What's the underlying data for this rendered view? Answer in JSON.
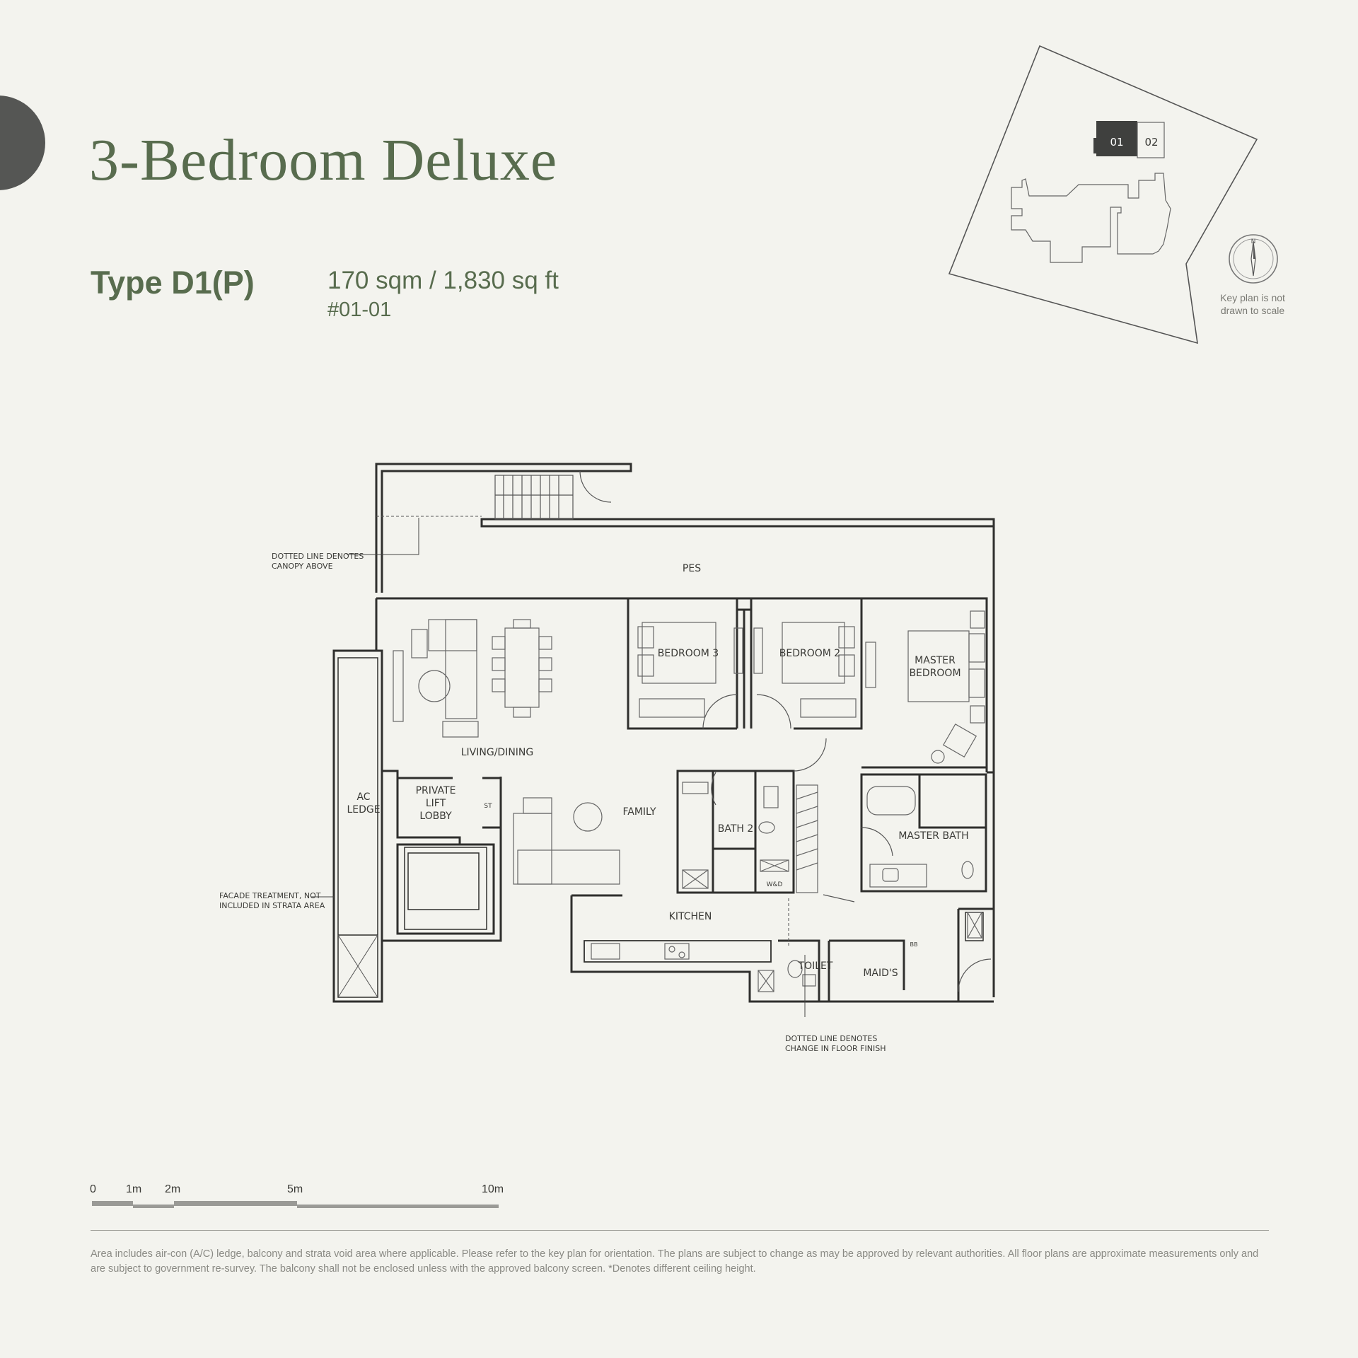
{
  "header": {
    "title": "3-Bedroom Deluxe",
    "type_label": "Type D1(P)",
    "area": "170 sqm / 1,830 sq ft",
    "unit_number": "#01-01"
  },
  "keyplan": {
    "unit_01": "01",
    "unit_02": "02",
    "compass_north": "N",
    "note": "Key plan is not drawn to scale"
  },
  "floorplan": {
    "rooms": {
      "pes": "PES",
      "bedroom3": "BEDROOM 3",
      "bedroom2": "BEDROOM 2",
      "master_bedroom_1": "MASTER",
      "master_bedroom_2": "BEDROOM",
      "living_dining": "LIVING/DINING",
      "private_lift_1": "PRIVATE",
      "private_lift_2": "LIFT",
      "private_lift_3": "LOBBY",
      "st": "ST",
      "ac_ledge_1": "AC",
      "ac_ledge_2": "LEDGE",
      "family": "FAMILY",
      "bath2": "BATH 2",
      "master_bath": "MASTER BATH",
      "wd": "W&D",
      "kitchen": "KITCHEN",
      "toilet": "TOILET",
      "maids": "MAID'S",
      "bb": "BB"
    },
    "notes": {
      "canopy_1": "DOTTED LINE DENOTES",
      "canopy_2": "CANOPY ABOVE",
      "facade_1": "FACADE TREATMENT, NOT",
      "facade_2": "INCLUDED IN STRATA AREA",
      "floor_finish_1": "DOTTED LINE DENOTES",
      "floor_finish_2": "CHANGE IN FLOOR FINISH"
    }
  },
  "scale_bar": {
    "ticks": [
      "0",
      "1m",
      "2m",
      "5m",
      "10m"
    ]
  },
  "footnote": "Area includes air-con (A/C) ledge, balcony and strata void area where applicable. Please refer to the key plan for orientation. The plans are subject to change as may be approved by relevant authorities. All floor plans are approximate measurements only and are subject to government re-survey. The balcony shall not be enclosed unless with the approved balcony screen. *Denotes different ceiling height.",
  "colors": {
    "accent_green": "#586c4e",
    "tab_grey": "#555654",
    "background": "#f3f3ee"
  }
}
